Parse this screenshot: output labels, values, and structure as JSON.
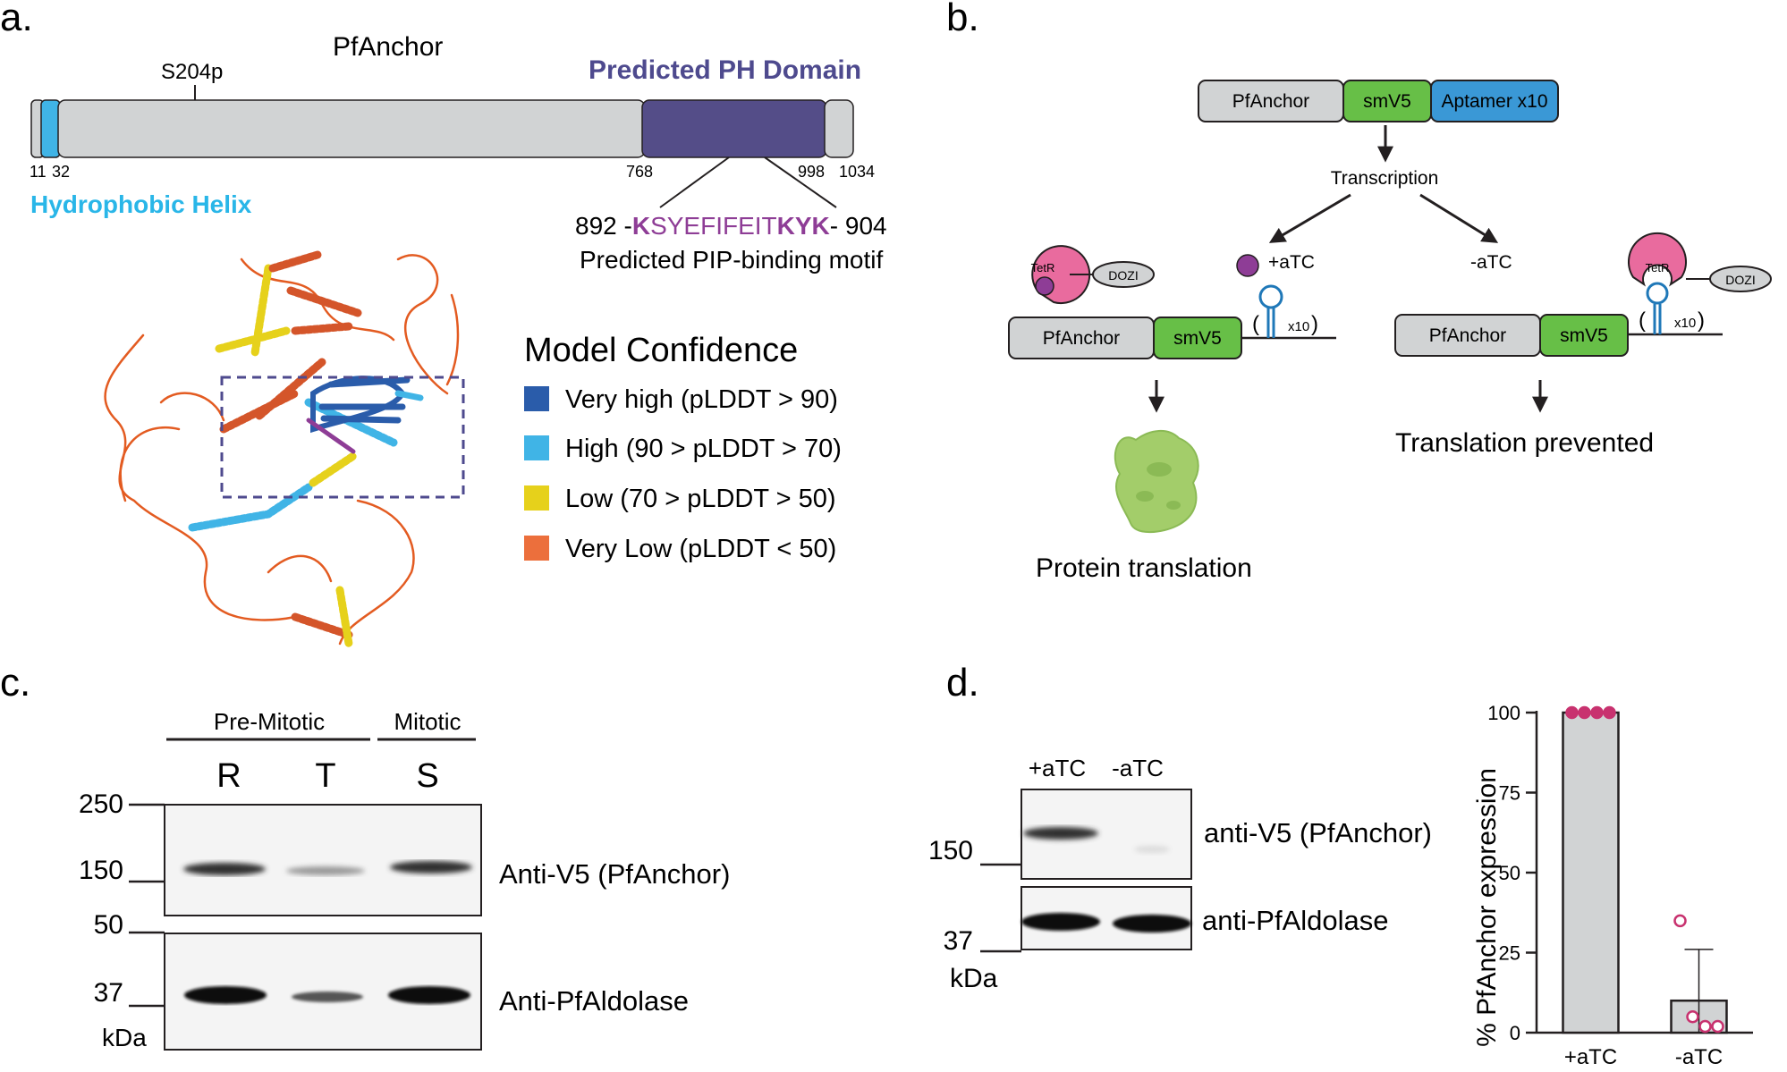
{
  "panels": {
    "a": "a.",
    "b": "b.",
    "c": "c.",
    "d": "d."
  },
  "panel_a": {
    "protein_name": "PfAnchor",
    "phospho_site": "S204p",
    "domain_label": "Predicted PH Domain",
    "helix_label": "Hydrophobic Helix",
    "positions": [
      "11",
      "32",
      "768",
      "998",
      "1034"
    ],
    "motif": {
      "start": "892 -",
      "seq_k1": "K",
      "seq_mid": "SYEFIFEIT",
      "seq_k2": "KYK",
      "end": "- 904",
      "caption": "Predicted PIP-binding motif"
    },
    "legend_title": "Model Confidence",
    "legend": [
      {
        "label": "Very high (pLDDT > 90)",
        "color": "#2a5caa"
      },
      {
        "label": "High (90 > pLDDT > 70)",
        "color": "#40b4e6"
      },
      {
        "label": "Low (70 > pLDDT > 50)",
        "color": "#e6d11b"
      },
      {
        "label": "Very Low (pLDDT < 50)",
        "color": "#ec6f3c"
      }
    ],
    "colors": {
      "domain": "#544d88",
      "helix": "#40b4e6",
      "domain_label": "#4e4a8e",
      "helix_label": "#29b6e8",
      "motif": "#8e3d96"
    }
  },
  "panel_b": {
    "construct": [
      "PfAnchor",
      "smV5",
      "Aptamer x10"
    ],
    "transcription": "Transcription",
    "plus_atc": "+aTC",
    "minus_atc": "-aTC",
    "tetr": "TetR",
    "dozi": "DOZI",
    "x10": "x10",
    "left_construct": [
      "PfAnchor",
      "smV5"
    ],
    "right_construct": [
      "PfAnchor",
      "smV5"
    ],
    "left_outcome": "Protein translation",
    "right_outcome": "Translation prevented",
    "colors": {
      "green": "#67bf47",
      "blue": "#3a98d6",
      "grey": "#d1d3d4",
      "pink": "#e96b9e",
      "purple": "#8e3d96",
      "aptamer": "#1f78b8"
    }
  },
  "panel_c": {
    "group_labels": [
      "Pre-Mitotic",
      "Mitotic"
    ],
    "lanes": [
      "R",
      "T",
      "S"
    ],
    "markers": [
      "250",
      "150",
      "50",
      "37"
    ],
    "unit": "kDa",
    "blot_labels": [
      "Anti-V5 (PfAnchor)",
      "Anti-PfAldolase"
    ]
  },
  "panel_d": {
    "lanes": [
      "+aTC",
      "-aTC"
    ],
    "markers": [
      "150",
      "37"
    ],
    "unit": "kDa",
    "blot_labels": [
      "anti-V5 (PfAnchor)",
      "anti-PfAldolase"
    ]
  },
  "chart_data": {
    "type": "bar",
    "categories": [
      "+aTC",
      "-aTC"
    ],
    "values": [
      100,
      10
    ],
    "error": [
      0,
      16
    ],
    "points": [
      [
        100,
        100,
        100,
        100
      ],
      [
        33,
        3,
        0,
        0
      ]
    ],
    "ylabel": "% PfAnchor expression",
    "yticks": [
      0,
      25,
      50,
      75,
      100
    ],
    "ylim": [
      0,
      100
    ],
    "colors": {
      "bar": "#d1d3d4",
      "points": "#c8326f"
    }
  }
}
